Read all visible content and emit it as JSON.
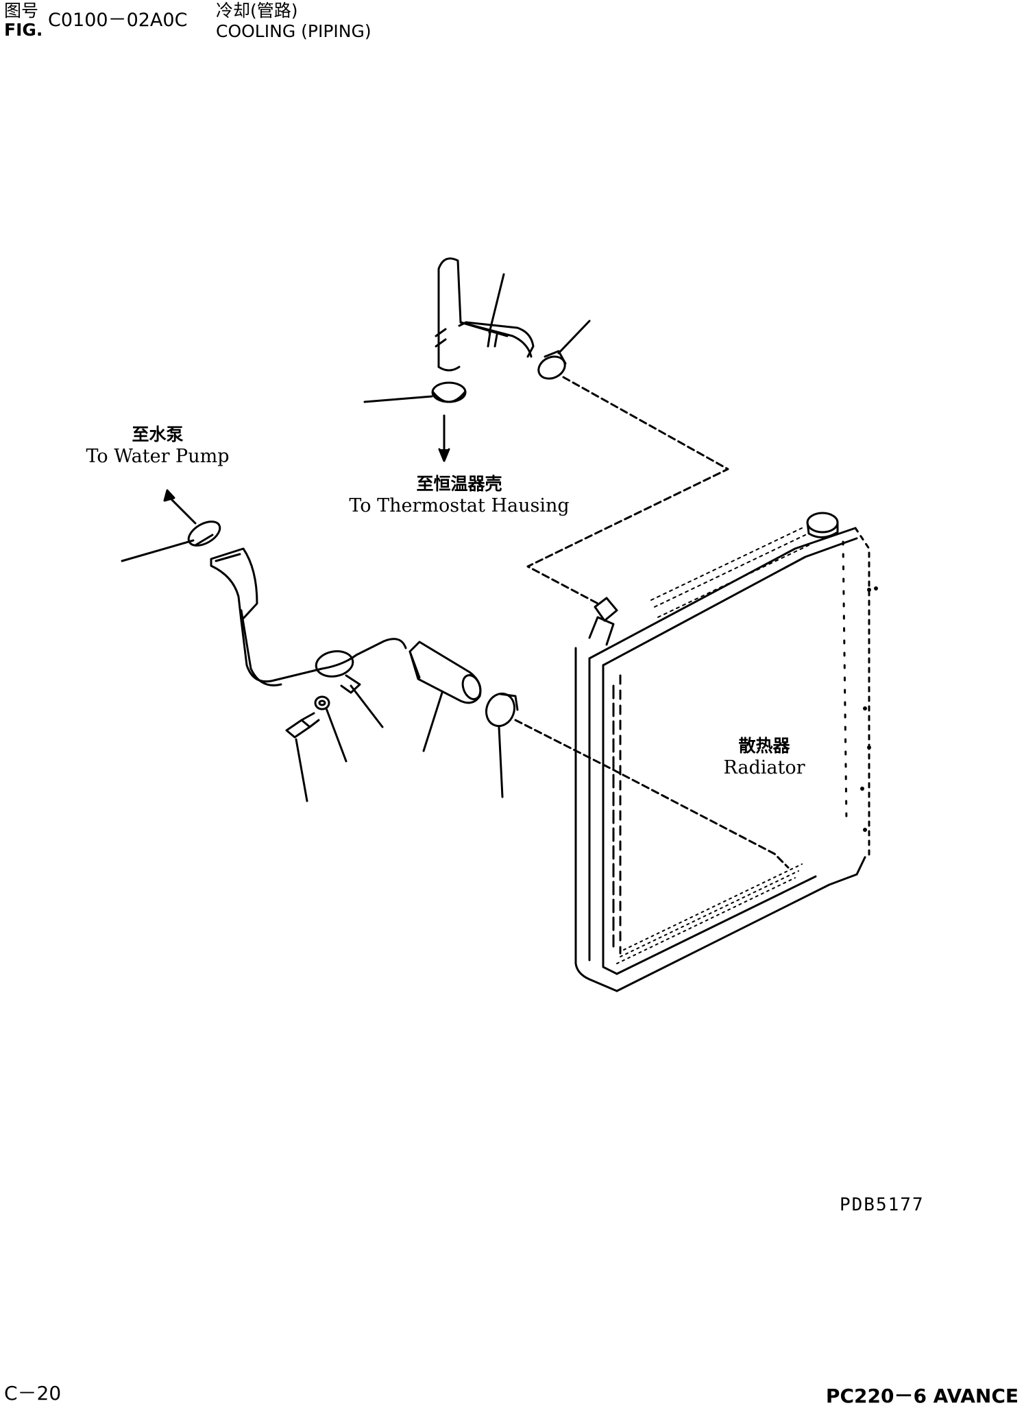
{
  "header": {
    "fig_label_zh": "图号",
    "fig_label_en": "FIG.",
    "fig_code": "C0100－02A0C",
    "title_zh": "冷却(管路)",
    "title_en": "COOLING (PIPING)"
  },
  "labels": {
    "water_pump_zh": "至水泵",
    "water_pump_en": "To Water Pump",
    "thermostat_zh": "至恒温器壳",
    "thermostat_en": "To Thermostat Hausing",
    "radiator_zh": "散热器",
    "radiator_en": "Radiator"
  },
  "picture_number": "PDB5177",
  "footer": {
    "page": "C－20",
    "model": "PC220－6 AVANCE"
  }
}
